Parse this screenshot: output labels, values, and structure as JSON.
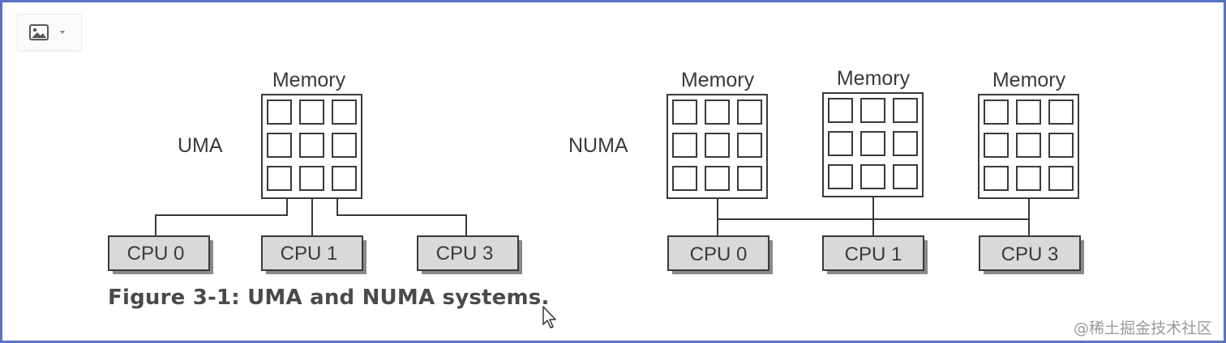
{
  "toolbar": {
    "image_icon": "image-icon",
    "dropdown_icon": "chevron-down-icon"
  },
  "uma": {
    "title": "UMA",
    "memory_label": "Memory",
    "cpus": [
      "CPU 0",
      "CPU 1",
      "CPU 3"
    ]
  },
  "numa": {
    "title": "NUMA",
    "memory_labels": [
      "Memory",
      "Memory",
      "Memory"
    ],
    "cpus": [
      "CPU 0",
      "CPU 1",
      "CPU 3"
    ]
  },
  "caption": "Figure 3-1: UMA and NUMA systems.",
  "watermark": "@稀土掘金技术社区",
  "colors": {
    "frame_border": "#5b73c7",
    "cpu_fill": "#d9d9d9",
    "cpu_shadow": "#8a8a8a",
    "line": "#3a3a3a"
  },
  "cursor_icon": "mouse-pointer-icon"
}
